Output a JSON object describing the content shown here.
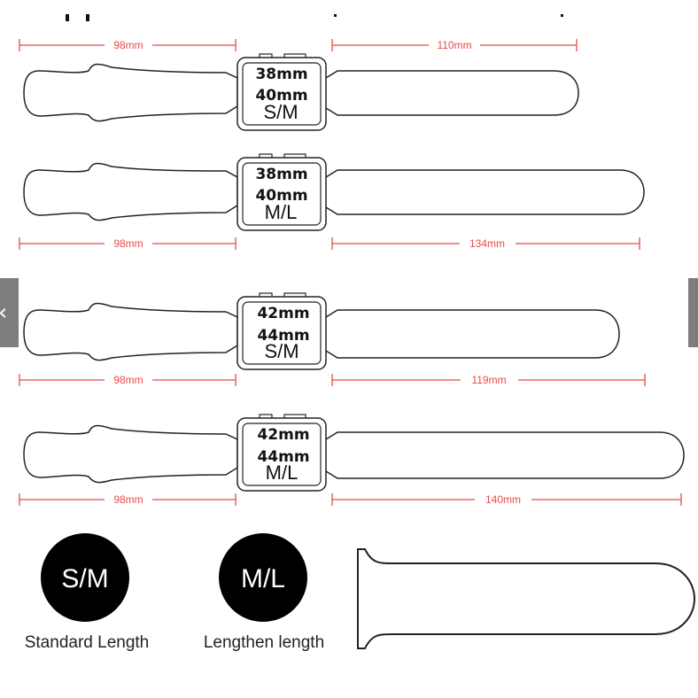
{
  "bands": [
    {
      "sizes": [
        "38mm",
        "40mm"
      ],
      "fit": "S/M",
      "short_len": "98mm",
      "long_len": "110mm",
      "dim_position": "above"
    },
    {
      "sizes": [
        "38mm",
        "40mm"
      ],
      "fit": "M/L",
      "short_len": "98mm",
      "long_len": "134mm",
      "dim_position": "below"
    },
    {
      "sizes": [
        "42mm",
        "44mm"
      ],
      "fit": "S/M",
      "short_len": "98mm",
      "long_len": "119mm",
      "dim_position": "below"
    },
    {
      "sizes": [
        "42mm",
        "44mm"
      ],
      "fit": "M/L",
      "short_len": "98mm",
      "long_len": "140mm",
      "dim_position": "below"
    }
  ],
  "legend": [
    {
      "badge": "S/M",
      "caption": "Standard Length"
    },
    {
      "badge": "M/L",
      "caption": "Lengthen length"
    }
  ],
  "colors": {
    "dimension": "#e84a4a",
    "outline": "#222222",
    "badge": "#000000"
  },
  "icons": {
    "prev": "chevron-left-icon",
    "next": "chevron-right-icon"
  }
}
